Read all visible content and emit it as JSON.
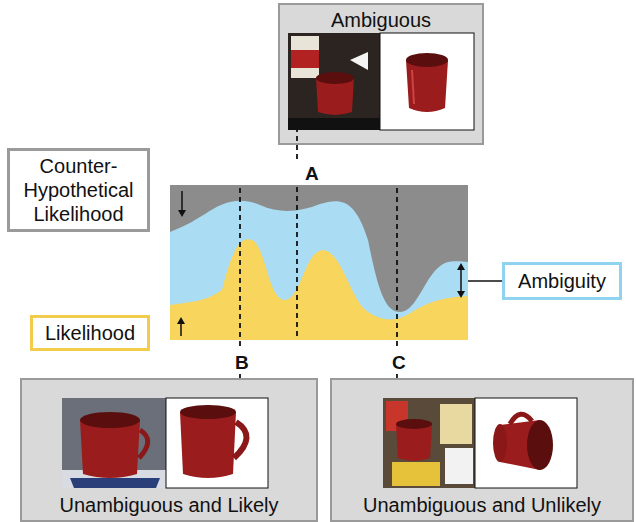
{
  "diagram": {
    "nodes": [
      {
        "text": [
          "Ambiguous"
        ]
      },
      {
        "text": [
          "Counter- Hypothetical Likelihood"
        ]
      },
      {
        "text": [
          "Ambiguity"
        ]
      },
      {
        "text": [
          "Likelihood"
        ]
      },
      {
        "text": [
          "Unambiguous and Likely"
        ]
      },
      {
        "text": [
          "Unambiguous and Unlikely"
        ]
      }
    ],
    "labels": [
      "A",
      "B",
      "C"
    ]
  }
}
